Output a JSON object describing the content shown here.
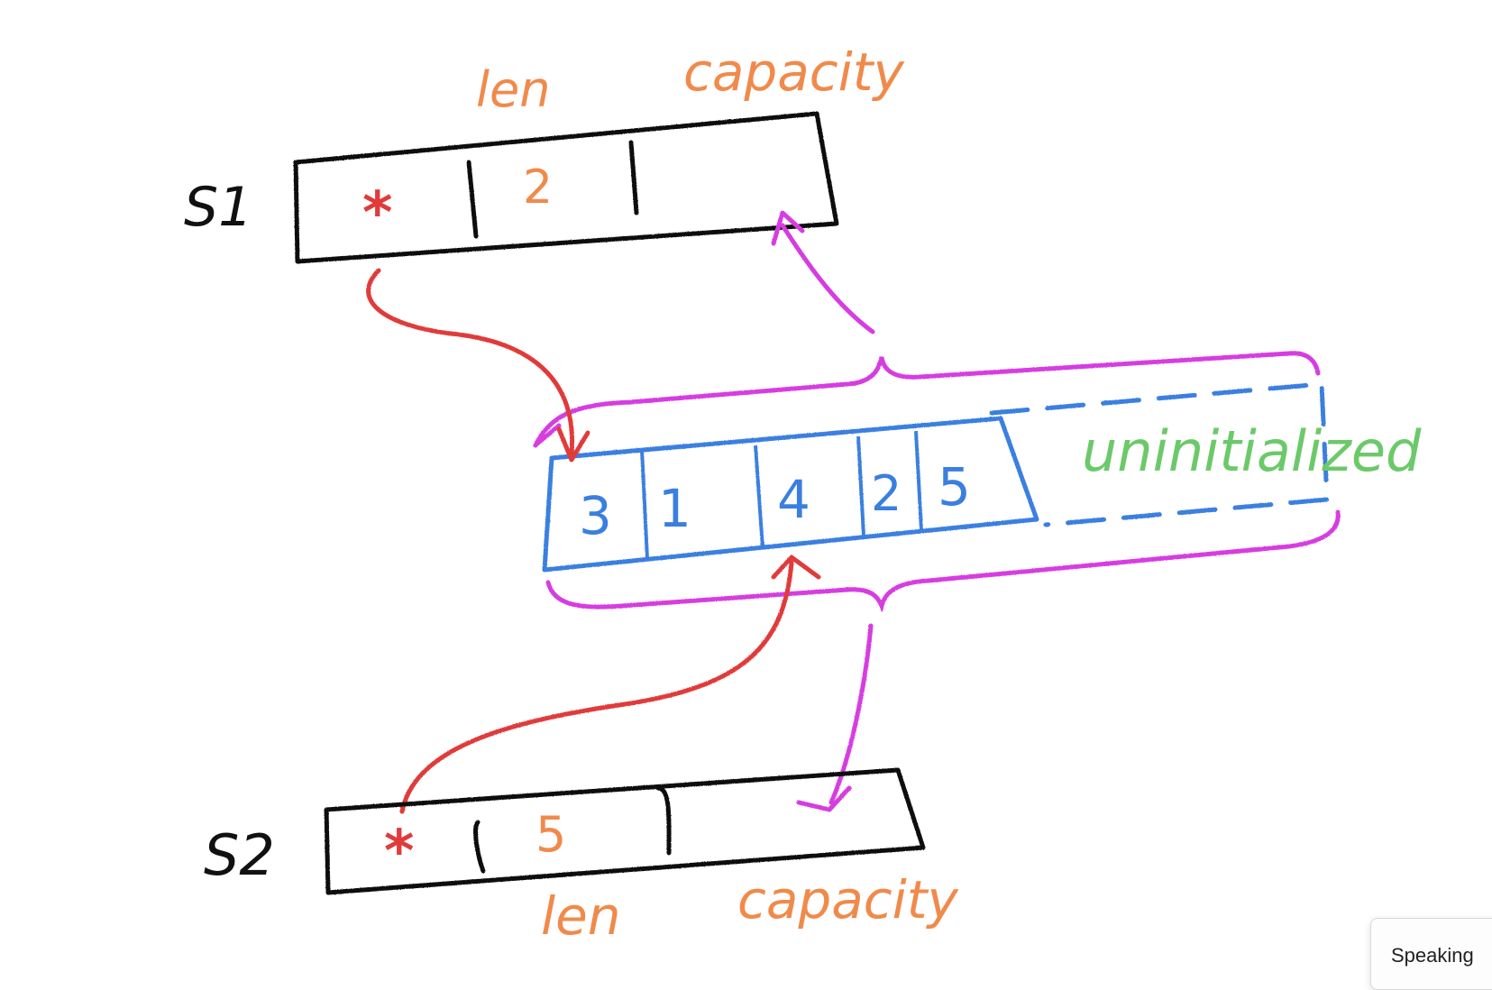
{
  "diagram": {
    "s1": {
      "label": "S1",
      "pointer": "*",
      "len_value": "2",
      "len_label": "len",
      "capacity_label": "capacity"
    },
    "s2": {
      "label": "S2",
      "pointer": "*",
      "len_value": "5",
      "len_label": "len",
      "capacity_label": "capacity"
    },
    "array": {
      "values": [
        "3",
        "1",
        "4",
        "2",
        "5"
      ],
      "uninitialized_label": "uninitialized"
    },
    "colors": {
      "ink": "#111111",
      "orange": "#f08a4b",
      "red": "#e03b3b",
      "blue": "#3a7fe0",
      "magenta": "#d63ee0",
      "green": "#6cc96a"
    }
  },
  "popup": {
    "text": "Speaking"
  }
}
